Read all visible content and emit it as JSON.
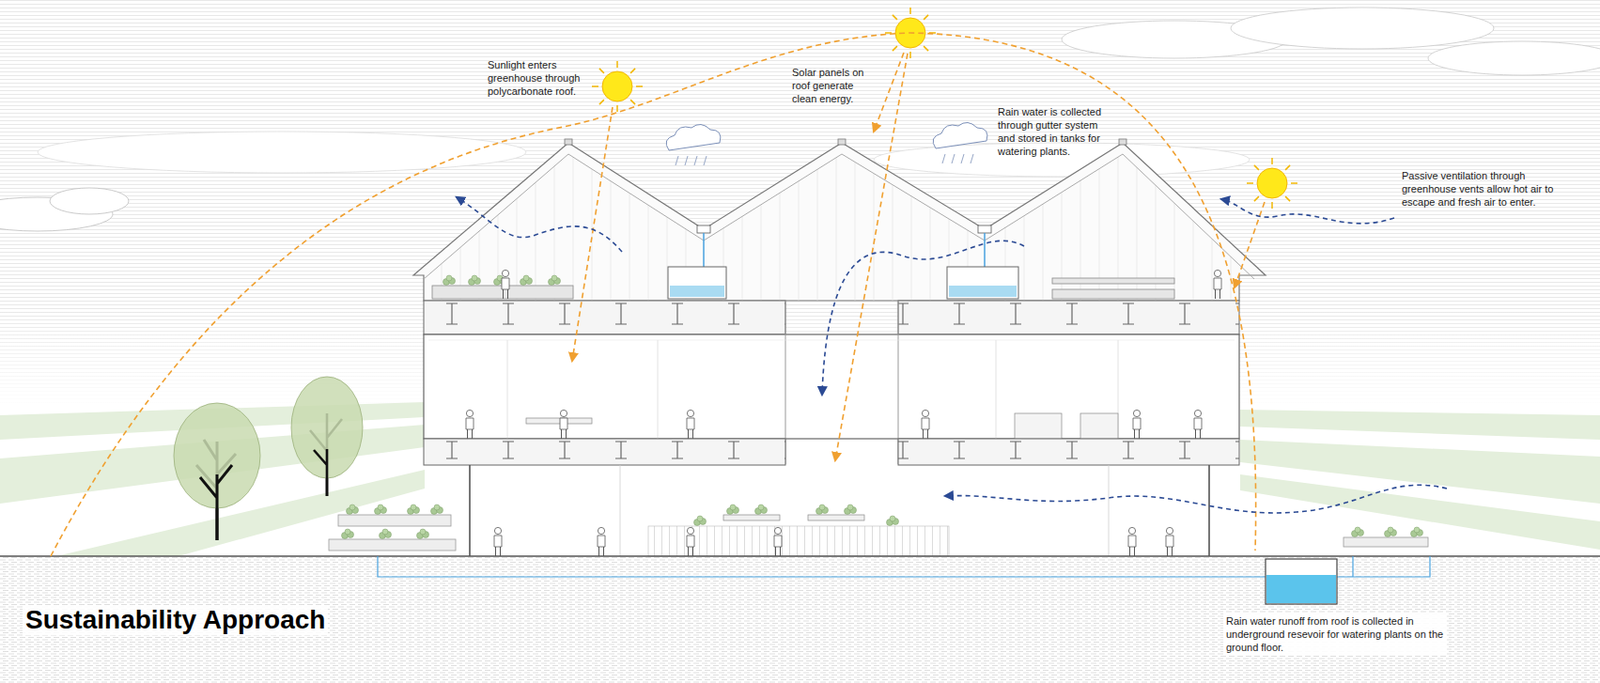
{
  "diagram": {
    "title": "Sustainability Approach",
    "labels": [
      "Sunlight enters greenhouse through polycarbonate roof.",
      "Solar panels on roof generate clean energy.",
      "Rain water is collected through gutter system and stored in tanks for watering plants.",
      "Passive ventilation through greenhouse vents allow hot air to escape and fresh air to enter.",
      "Rain water runoff from roof is collected in underground resevoir for watering plants on the ground floor."
    ]
  }
}
